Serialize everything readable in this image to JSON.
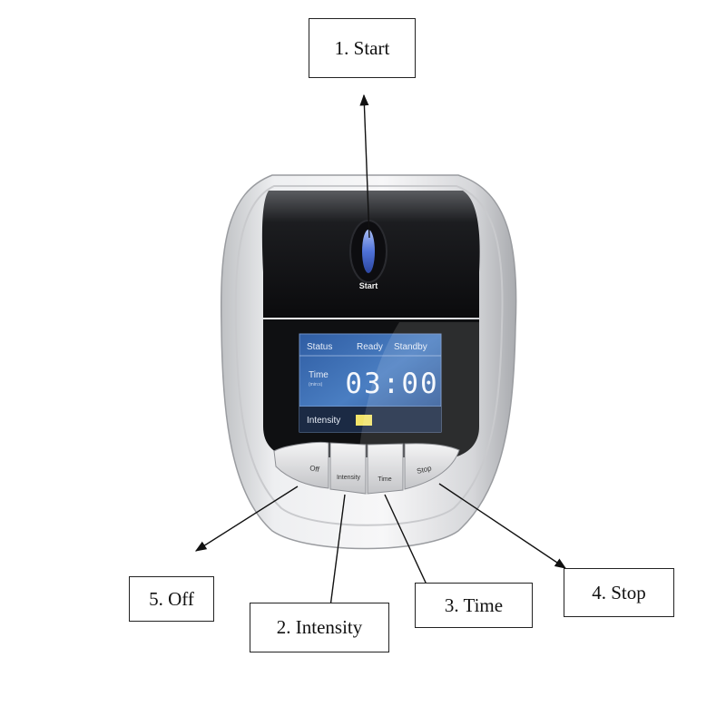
{
  "callouts": {
    "start": "1. Start",
    "intensity": "2. Intensity",
    "time": "3. Time",
    "stop": "4. Stop",
    "off": "5. Off"
  },
  "device": {
    "start_label": "Start",
    "buttons": {
      "off": "Off",
      "intensity": "Intensity",
      "time": "Time",
      "stop": "Stop"
    },
    "display": {
      "status_label": "Status",
      "ready_label": "Ready",
      "standby_label": "Standby",
      "time_label": "Time",
      "time_unit": "(min:s)",
      "time_value": "03:00",
      "intensity_label": "Intensity"
    }
  },
  "colors": {
    "lcd_background": "#3f6fb0",
    "intensity_indicator": "#f2e46a",
    "start_button": "#5d7fe0",
    "device_shell": "#d9dadc"
  }
}
